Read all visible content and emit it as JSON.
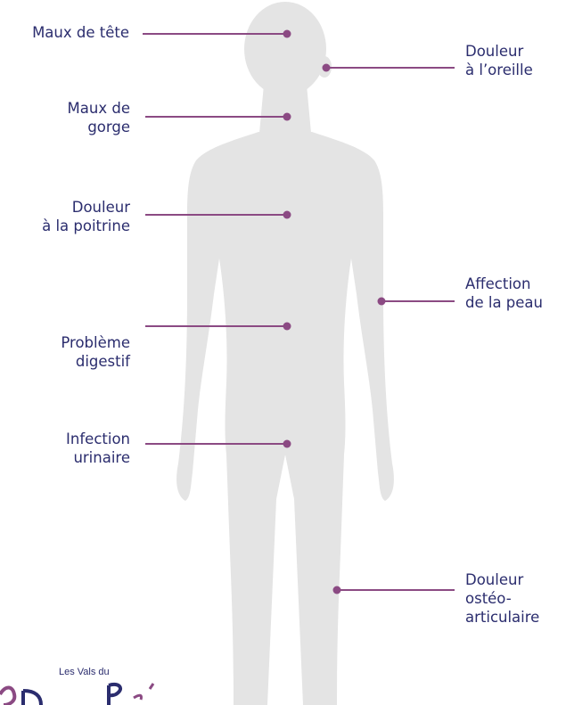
{
  "colors": {
    "silhouette": "#e4e4e4",
    "accent": "#8b4a83",
    "text": "#2b2d6e",
    "background": "#ffffff"
  },
  "labels": [
    {
      "id": "maux-de-tete",
      "lines": [
        "Maux de tête"
      ]
    },
    {
      "id": "douleur-oreille",
      "lines": [
        "Douleur",
        "à l’oreille"
      ]
    },
    {
      "id": "maux-de-gorge",
      "lines": [
        "Maux de",
        "gorge"
      ]
    },
    {
      "id": "douleur-poitrine",
      "lines": [
        "Douleur",
        "à la poitrine"
      ]
    },
    {
      "id": "affection-peau",
      "lines": [
        "Affection",
        "de la peau"
      ]
    },
    {
      "id": "probleme-digestif",
      "lines": [
        "Problème",
        "digestif"
      ]
    },
    {
      "id": "infection-urinaire",
      "lines": [
        "Infection",
        "urinaire"
      ]
    },
    {
      "id": "douleur-osteo",
      "lines": [
        "Douleur",
        "ostéo-",
        "articulaire"
      ]
    }
  ],
  "logo": {
    "small_text": "Les Vals du",
    "icon": "stylized-letter-logo-icon"
  }
}
